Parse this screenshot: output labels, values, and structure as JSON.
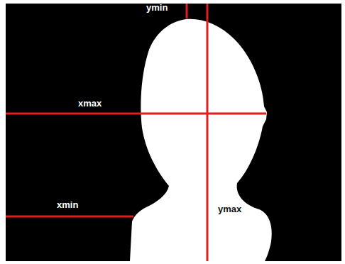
{
  "diagram": {
    "labels": [
      "ymin",
      "xmax",
      "xmin",
      "ymax"
    ]
  }
}
